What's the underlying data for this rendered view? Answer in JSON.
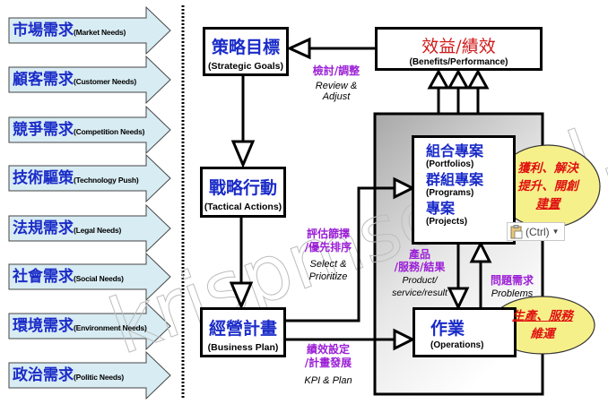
{
  "needs": [
    {
      "zh": "市場需求",
      "en": "(Market Needs)"
    },
    {
      "zh": "顧客需求",
      "en": "(Customer Needs)"
    },
    {
      "zh": "競爭需求",
      "en": "(Competition Needs)"
    },
    {
      "zh": "技術驅策",
      "en": "(Technology Push)"
    },
    {
      "zh": "法規需求",
      "en": "(Legal Needs)"
    },
    {
      "zh": "社會需求",
      "en": "(Social Needs)"
    },
    {
      "zh": "環境需求",
      "en": "(Environment Needs)"
    },
    {
      "zh": "政治需求",
      "en": "(Politic Needs)"
    }
  ],
  "boxes": {
    "strategic_goals": {
      "zh": "策略目標",
      "en": "(Strategic Goals)"
    },
    "tactical_actions": {
      "zh": "戰略行動",
      "en": "(Tactical Actions)"
    },
    "business_plan": {
      "zh": "經營計畫",
      "en": "(Business Plan)"
    },
    "benefits": {
      "zh": "效益/績效",
      "en": "(Benefits/Performance)"
    },
    "portfolios": {
      "zh": "組合專案",
      "en": "(Portfolios)"
    },
    "programs": {
      "zh": "群組專案",
      "en": "(Programs)"
    },
    "projects": {
      "zh": "專案",
      "en": "(Projects)"
    },
    "operations": {
      "zh": "作業",
      "en": "(Operations)"
    }
  },
  "labels": {
    "review_zh": "檢討/調整",
    "review_en_1": "Review &",
    "review_en_2": "Adjust",
    "select_zh_1": "評估篩擇",
    "select_zh_2": "/優先排序",
    "select_en_1": "Select &",
    "select_en_2": "Prioritize",
    "kpi_zh_1": "績效設定",
    "kpi_zh_2": "/計畫發展",
    "kpi_en": "KPI & Plan",
    "product_zh_1": "產品",
    "product_zh_2": "/服務/結果",
    "product_en_1": "Product/",
    "product_en_2": "service/result",
    "problems_zh": "問題需求",
    "problems_en": "Problems"
  },
  "ellipses": {
    "top": {
      "line1": "獲利、解決",
      "line2": "提升、開創",
      "line3": "建置"
    },
    "bottom": {
      "line1": "生產、服務",
      "line2": "維運"
    }
  },
  "paste_options": {
    "label": "(Ctrl)",
    "icon": "clipboard-icon"
  },
  "watermark": "krispmschool.com",
  "colors": {
    "arrow_fill": "#d8ecf3",
    "need_zh": "#1a2bc8",
    "benefits_zh": "#d01a1a",
    "purple_label": "#9b1fd6",
    "ellipse_fill": "#f6f08a",
    "ellipse_text": "#e01010"
  }
}
